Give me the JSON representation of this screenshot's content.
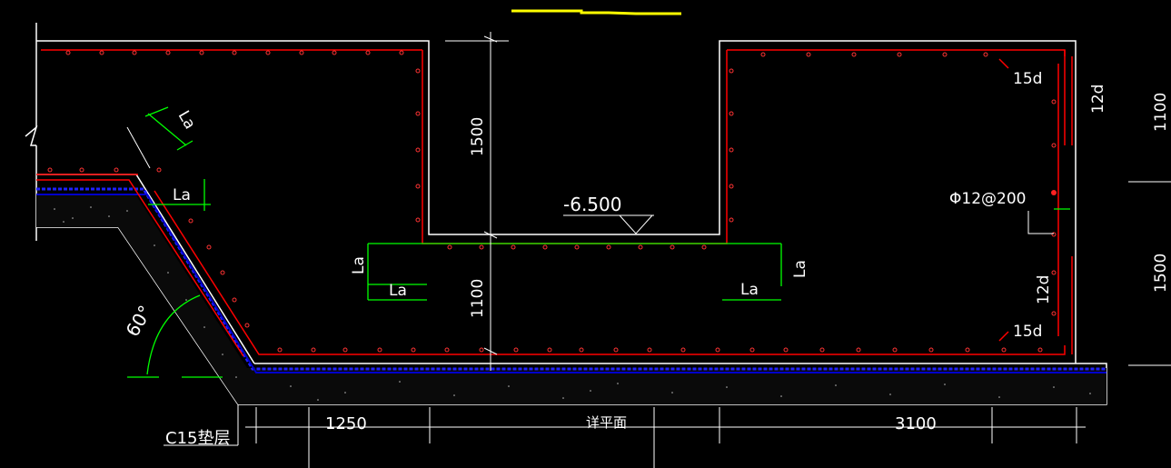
{
  "drawing": {
    "elevation": "-6.500",
    "rebar_spec": "Φ12@200",
    "cushion_label": "C15垫层",
    "angle": "60°",
    "hook_15d": "15d",
    "bend_12d": "12d",
    "anchor_la": "La",
    "dim_1500_vertical": "1500",
    "dim_1100_vertical": "1100",
    "dim_right_1100": "1100",
    "dim_right_1500": "1500",
    "dim_bottom_1250": "1250",
    "dim_bottom_3100": "3100",
    "dim_bottom_center": "详平面"
  },
  "colors": {
    "background": "#000000",
    "outline": "#ffffff",
    "rebar": "#ff0000",
    "anchor_dims": "#00ff00",
    "waterproof": "#0000ff",
    "highlight": "#ffff00"
  }
}
